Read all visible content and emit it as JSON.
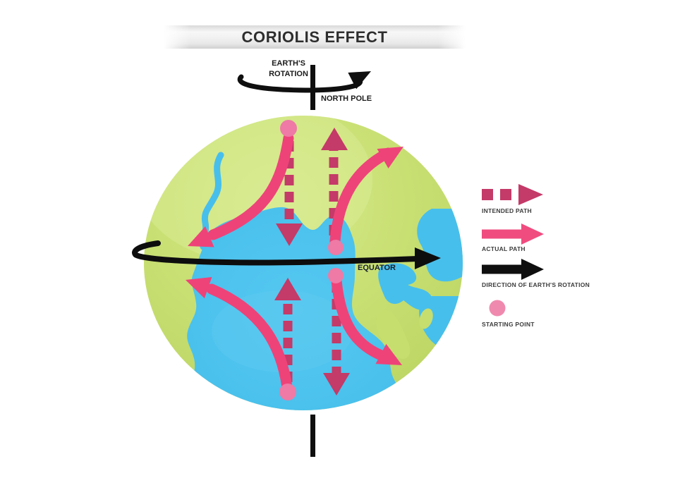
{
  "title": {
    "text": "CORIOLIS EFFECT"
  },
  "labels": {
    "earths_rotation": "EARTH'S\nROTATION",
    "north_pole": "NORTH POLE",
    "equator": "EQUATOR"
  },
  "legend": {
    "items": [
      {
        "icon": "dashed-pink-arrow-icon",
        "label": "INTENDED PATH"
      },
      {
        "icon": "solid-pink-arrow-icon",
        "label": "ACTUAL PATH"
      },
      {
        "icon": "black-arrow-icon",
        "label": "DIRECTION OF EARTH'S ROTATION"
      },
      {
        "icon": "pink-circle-icon",
        "label": "STARTING POINT"
      }
    ]
  },
  "colors": {
    "intended_path": "#c43a68",
    "actual_path": "#ee4379",
    "earth_rotation_arrow": "#0f0f0f",
    "starting_point": "#ee7aa5",
    "starting_point_legend": "#f089ae",
    "land_green": "#c6de6e",
    "ocean_blue": "#47bfec",
    "banner_gray": "#e8e8e8",
    "title_text": "#2e2e2e"
  }
}
